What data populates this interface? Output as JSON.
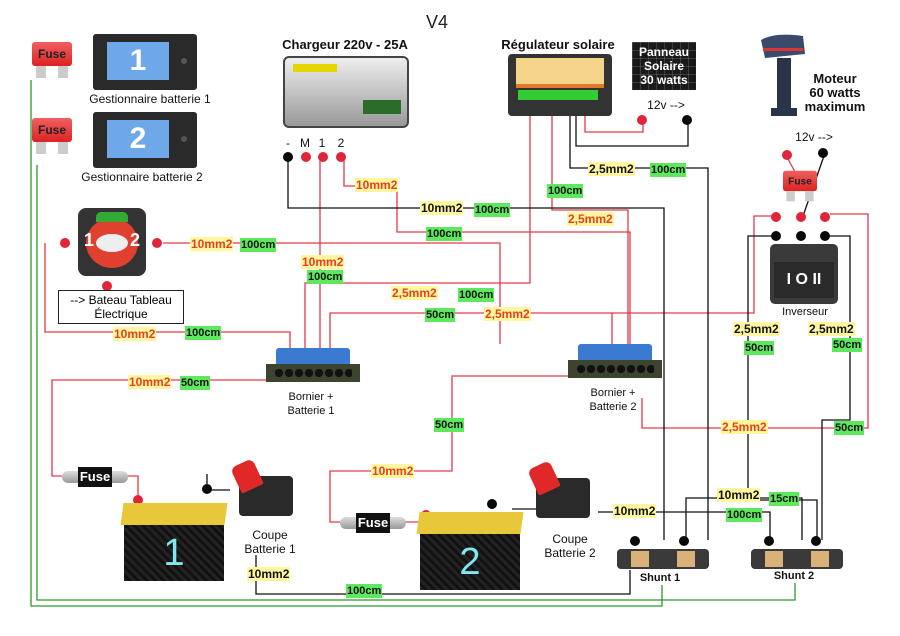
{
  "title": "V4",
  "components": {
    "fuse_label": "Fuse",
    "battery_manager_1": {
      "number": "1",
      "label": "Gestionnaire batterie 1"
    },
    "battery_manager_2": {
      "number": "2",
      "label": "Gestionnaire batterie 2"
    },
    "charger": {
      "label": "Chargeur 220v - 25A",
      "terminals": [
        "-",
        "M",
        "1",
        "2"
      ]
    },
    "solar_regulator": {
      "label": "Régulateur solaire"
    },
    "solar_panel": {
      "line1": "Panneau",
      "line2": "Solaire",
      "line3": "30 watts",
      "voltage": "12v -->"
    },
    "motor": {
      "line1": "Moteur",
      "line2": "60 watts",
      "line3": "maximum",
      "voltage": "12v -->"
    },
    "battery_selector": {
      "pos1": "1",
      "pos2": "2"
    },
    "panel_box": {
      "line1": "--> Bateau Tableau",
      "line2": "Électrique"
    },
    "bornier_1": {
      "line1": "Bornier +",
      "line2": "Batterie 1"
    },
    "bornier_2": {
      "line1": "Bornier +",
      "line2": "Batterie 2"
    },
    "inverter": {
      "symbol": "I O II",
      "label": "Inverseur"
    },
    "battery_1": {
      "number": "1"
    },
    "battery_2": {
      "number": "2"
    },
    "cutoff_1": {
      "line1": "Coupe",
      "line2": "Batterie 1"
    },
    "cutoff_2": {
      "line1": "Coupe",
      "line2": "Batterie 2"
    },
    "shunt_1": {
      "label": "Shunt 1"
    },
    "shunt_2": {
      "label": "Shunt 2"
    }
  },
  "wire_labels": [
    {
      "text": "10mm2",
      "kind": "red"
    },
    {
      "text": "10mm2",
      "kind": "blk"
    },
    {
      "text": "100cm",
      "kind": "grn"
    },
    {
      "text": "100cm",
      "kind": "grn"
    },
    {
      "text": "2,5mm2",
      "kind": "blk"
    },
    {
      "text": "100cm",
      "kind": "grn"
    },
    {
      "text": "100cm",
      "kind": "grn"
    },
    {
      "text": "2,5mm2",
      "kind": "red"
    },
    {
      "text": "10mm2",
      "kind": "red"
    },
    {
      "text": "100cm",
      "kind": "grn"
    },
    {
      "text": "10mm2",
      "kind": "red"
    },
    {
      "text": "100cm",
      "kind": "grn"
    },
    {
      "text": "2,5mm2",
      "kind": "red"
    },
    {
      "text": "100cm",
      "kind": "grn"
    },
    {
      "text": "50cm",
      "kind": "grn"
    },
    {
      "text": "2,5mm2",
      "kind": "red"
    },
    {
      "text": "10mm2",
      "kind": "red"
    },
    {
      "text": "100cm",
      "kind": "grn"
    },
    {
      "text": "10mm2",
      "kind": "red"
    },
    {
      "text": "50cm",
      "kind": "grn"
    },
    {
      "text": "50cm",
      "kind": "grn"
    },
    {
      "text": "2,5mm2",
      "kind": "red"
    },
    {
      "text": "50cm",
      "kind": "grn"
    },
    {
      "text": "2,5mm2",
      "kind": "blk"
    },
    {
      "text": "50cm",
      "kind": "grn"
    },
    {
      "text": "2,5mm2",
      "kind": "blk"
    },
    {
      "text": "50cm",
      "kind": "grn"
    },
    {
      "text": "10mm2",
      "kind": "red"
    },
    {
      "text": "10mm2",
      "kind": "blk"
    },
    {
      "text": "10mm2",
      "kind": "blk"
    },
    {
      "text": "15cm",
      "kind": "grn"
    },
    {
      "text": "100cm",
      "kind": "grn"
    },
    {
      "text": "10mm2",
      "kind": "blk"
    },
    {
      "text": "100cm",
      "kind": "grn"
    }
  ],
  "colors": {
    "positive": "#e23a4a",
    "negative": "#111111",
    "shunt_sense": "#2a9a2a",
    "size_bg": "#fff7a0",
    "length_bg": "#5ee85e"
  }
}
